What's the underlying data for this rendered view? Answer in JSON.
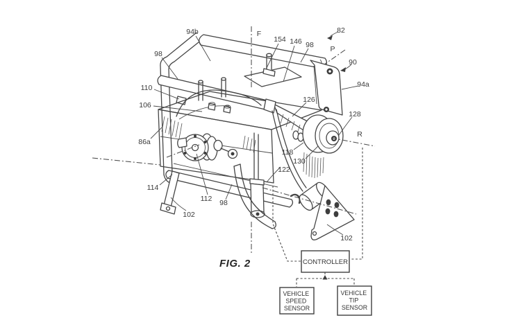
{
  "figure": {
    "caption": "FIG. 2",
    "part_labels": {
      "n94b": "94b",
      "n98_top_left": "98",
      "n98_top_right": "98",
      "n98_bottom": "98",
      "n110": "110",
      "n106": "106",
      "n86a": "86a",
      "n154": "154",
      "n146": "146",
      "n82": "82",
      "n90": "90",
      "n94a": "94a",
      "n126": "126",
      "n128": "128",
      "n118": "118",
      "n130": "130",
      "n122": "122",
      "n114": "114",
      "n112": "112",
      "n102_left": "102",
      "n102_right": "102"
    },
    "axis_labels": {
      "f": "F",
      "p": "P",
      "r": "R"
    },
    "blocks": {
      "controller": "CONTROLLER",
      "speed_sensor": [
        "VEHICLE",
        "SPEED",
        "SENSOR"
      ],
      "tip_sensor": [
        "VEHICLE",
        "TIP",
        "SENSOR"
      ]
    },
    "colors": {
      "line": "#454545",
      "background": "#ffffff"
    }
  }
}
